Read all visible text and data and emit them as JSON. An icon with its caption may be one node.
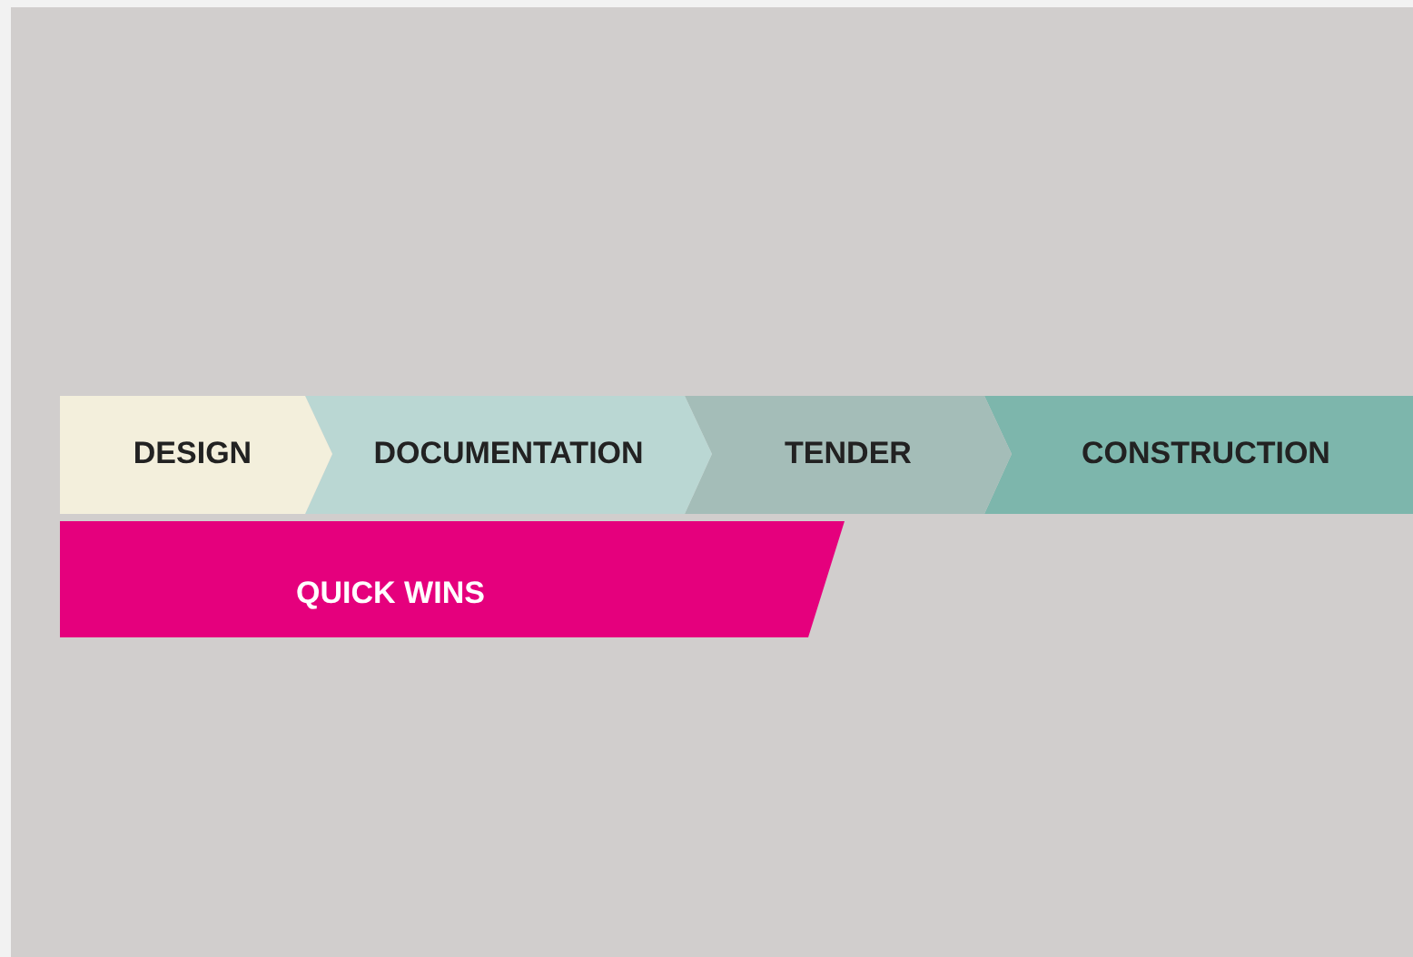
{
  "diagram": {
    "nodes": [
      {
        "text": [
          "DESIGN"
        ]
      },
      {
        "text": [
          "DOCUMENTATION"
        ]
      },
      {
        "text": [
          "TENDER"
        ]
      },
      {
        "text": [
          "CONSTRUCTION"
        ]
      },
      {
        "text": [
          "QUICK WINS"
        ]
      }
    ],
    "edges": []
  }
}
